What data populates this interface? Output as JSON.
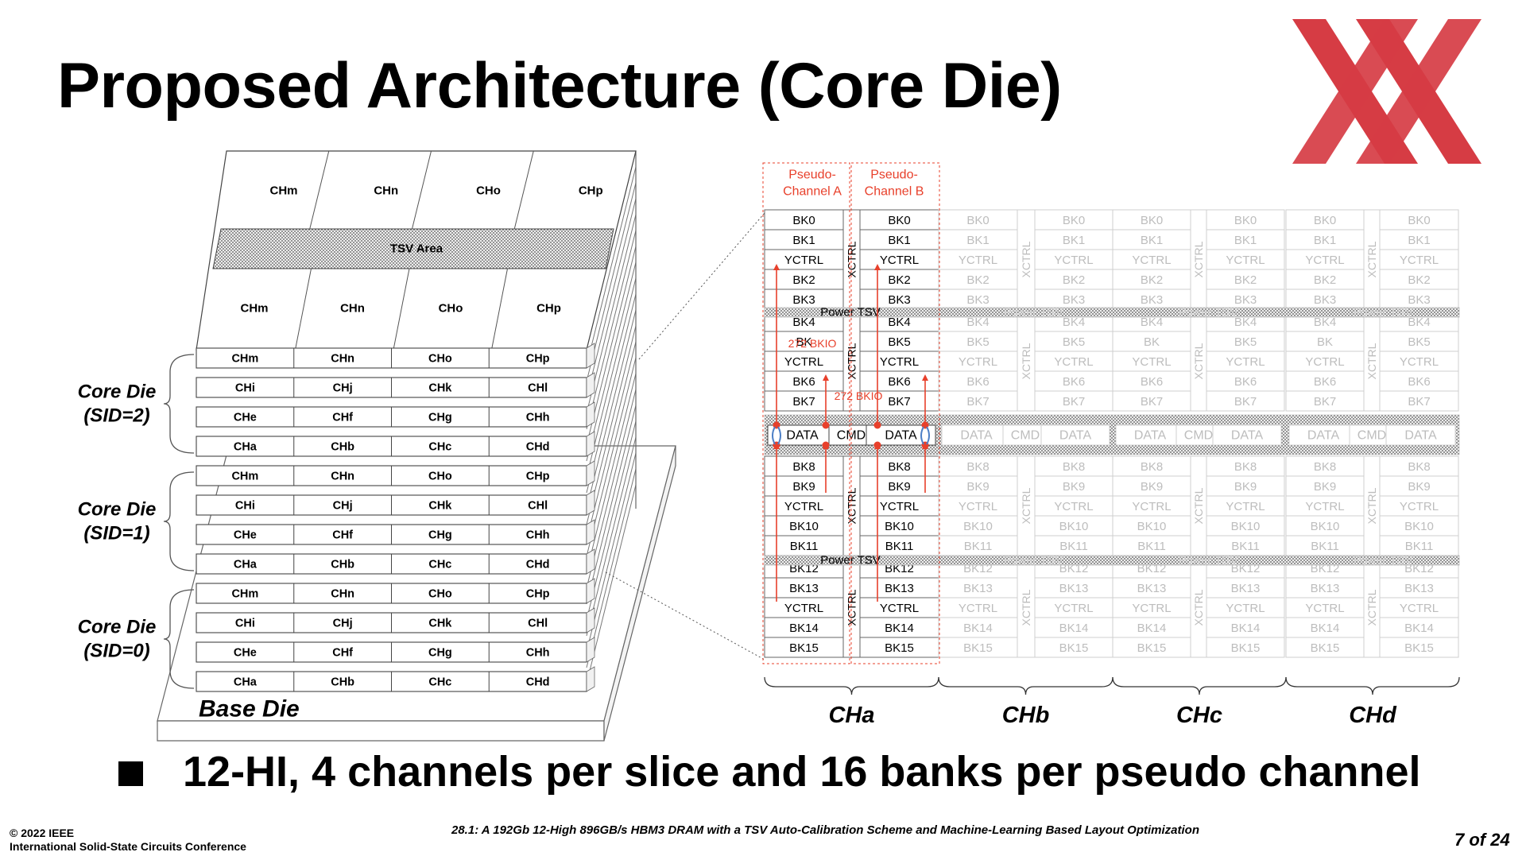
{
  "title": "Proposed Architecture (Core Die)",
  "logo": {
    "icon": "ieee-xx-logo",
    "color": "#D63C44"
  },
  "stack": {
    "top_channels": [
      "CHm",
      "CHn",
      "CHo",
      "CHp"
    ],
    "tsv_label": "TSV Area",
    "rows": [
      [
        "CHm",
        "CHn",
        "CHo",
        "CHp"
      ],
      [
        "CHi",
        "CHj",
        "CHk",
        "CHl"
      ],
      [
        "CHe",
        "CHf",
        "CHg",
        "CHh"
      ],
      [
        "CHa",
        "CHb",
        "CHc",
        "CHd"
      ]
    ],
    "core_dies": [
      {
        "line1": "Core Die",
        "line2": "(SID=2)"
      },
      {
        "line1": "Core Die",
        "line2": "(SID=1)"
      },
      {
        "line1": "Core Die",
        "line2": "(SID=0)"
      }
    ],
    "base_die": "Base Die"
  },
  "floorplan": {
    "pc_a": [
      "Pseudo-",
      "Channel A"
    ],
    "pc_b": [
      "Pseudo-",
      "Channel B"
    ],
    "blocks": [
      [
        "BK0",
        "BK1",
        "YCTRL",
        "BK2",
        "BK3"
      ],
      [
        "BK4",
        "BK5",
        "YCTRL",
        "BK6",
        "BK7"
      ],
      [
        "BK8",
        "BK9",
        "YCTRL",
        "BK10",
        "BK11"
      ],
      [
        "BK12",
        "BK13",
        "YCTRL",
        "BK14",
        "BK15"
      ]
    ],
    "pca_block1_second": "BK",
    "xctrl": "XCTRL",
    "power_tsv": "Power TSV",
    "data": "DATA",
    "cmd": "CMD",
    "bkio": "272 BKIO",
    "channels": [
      "CHa",
      "CHb",
      "CHc",
      "CHd"
    ],
    "accent_color": "#E8402B"
  },
  "bullet": "12-HI, 4 channels per slice and 16 banks per pseudo channel",
  "footer": {
    "copyright": "© 2022 IEEE",
    "conference": "International Solid-State Circuits Conference",
    "paper": "28.1: A 192Gb 12-High 896GB/s HBM3 DRAM with a TSV Auto-Calibration Scheme and Machine-Learning Based Layout Optimization",
    "page": "7 of 24"
  }
}
